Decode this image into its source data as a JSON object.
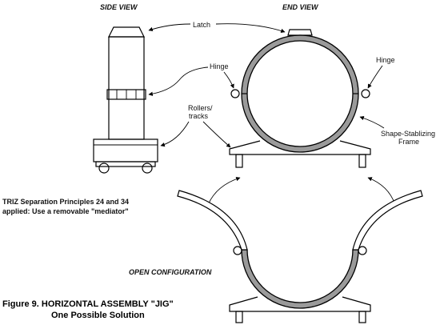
{
  "labels": {
    "side_view": "SIDE VIEW",
    "end_view": "END VIEW",
    "latch": "Latch",
    "hinge_left": "Hinge",
    "hinge_right": "Hinge",
    "rollers_line1": "Rollers/",
    "rollers_line2": "tracks",
    "frame_line1": "Shape-Stablizing",
    "frame_line2": "Frame",
    "triz_line1": "TRIZ Separation Principles 24 and 34",
    "triz_line2": "applied:  Use a removable \"mediator\"",
    "open_config": "OPEN CONFIGURATION",
    "caption_line1": "Figure 9.  HORIZONTAL  ASSEMBLY  \"JIG\"",
    "caption_line2": "One Possible Solution"
  },
  "colors": {
    "ring_fill": "#9a9a9a",
    "ink": "#000000",
    "background": "#ffffff"
  }
}
